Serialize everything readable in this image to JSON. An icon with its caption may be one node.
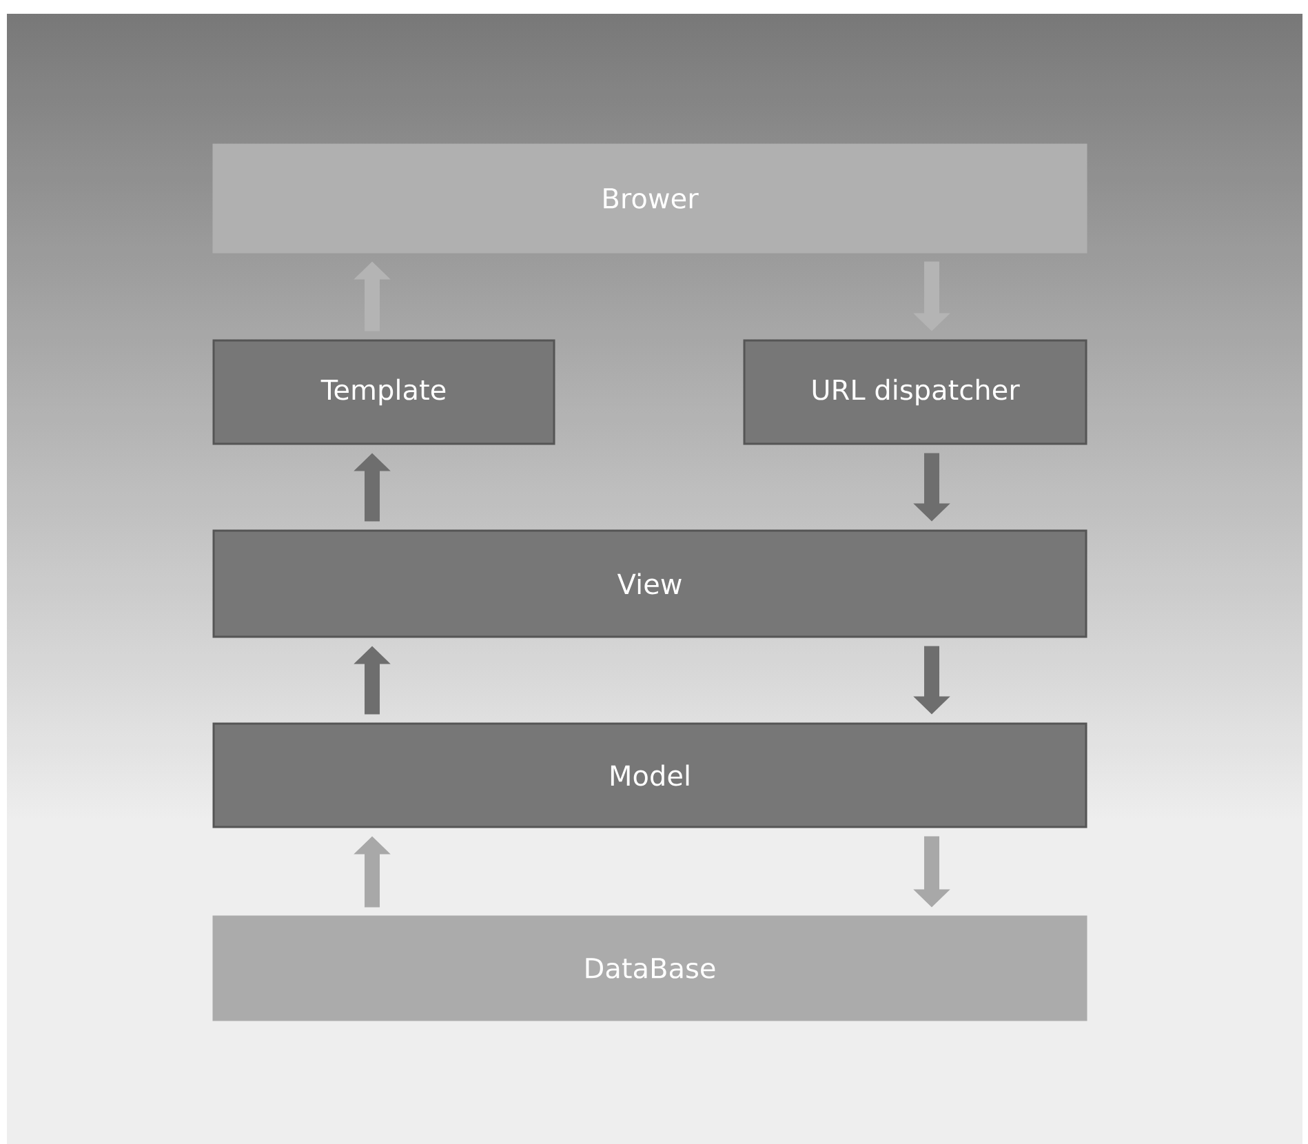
{
  "diagram": {
    "nodes": [
      {
        "text": [
          "Brower"
        ]
      },
      {
        "text": [
          "Template"
        ]
      },
      {
        "text": [
          "URL dispatcher"
        ]
      },
      {
        "text": [
          "View"
        ]
      },
      {
        "text": [
          "Model"
        ]
      },
      {
        "text": [
          "DataBase"
        ]
      }
    ],
    "edges": [
      {
        "from": 1,
        "to": 0,
        "arrow": "to",
        "color": "#b4b4b4"
      },
      {
        "from": 0,
        "to": 2,
        "arrow": "to",
        "color": "#b4b4b4"
      },
      {
        "from": 3,
        "to": 1,
        "arrow": "to"
      },
      {
        "from": 2,
        "to": 3,
        "arrow": "to"
      },
      {
        "from": 4,
        "to": 3,
        "arrow": "to"
      },
      {
        "from": 3,
        "to": 4,
        "arrow": "to"
      },
      {
        "from": 5,
        "to": 4,
        "arrow": "to",
        "color": "#a8a8a8"
      },
      {
        "from": 4,
        "to": 5,
        "arrow": "to",
        "color": "#a8a8a8"
      }
    ]
  }
}
